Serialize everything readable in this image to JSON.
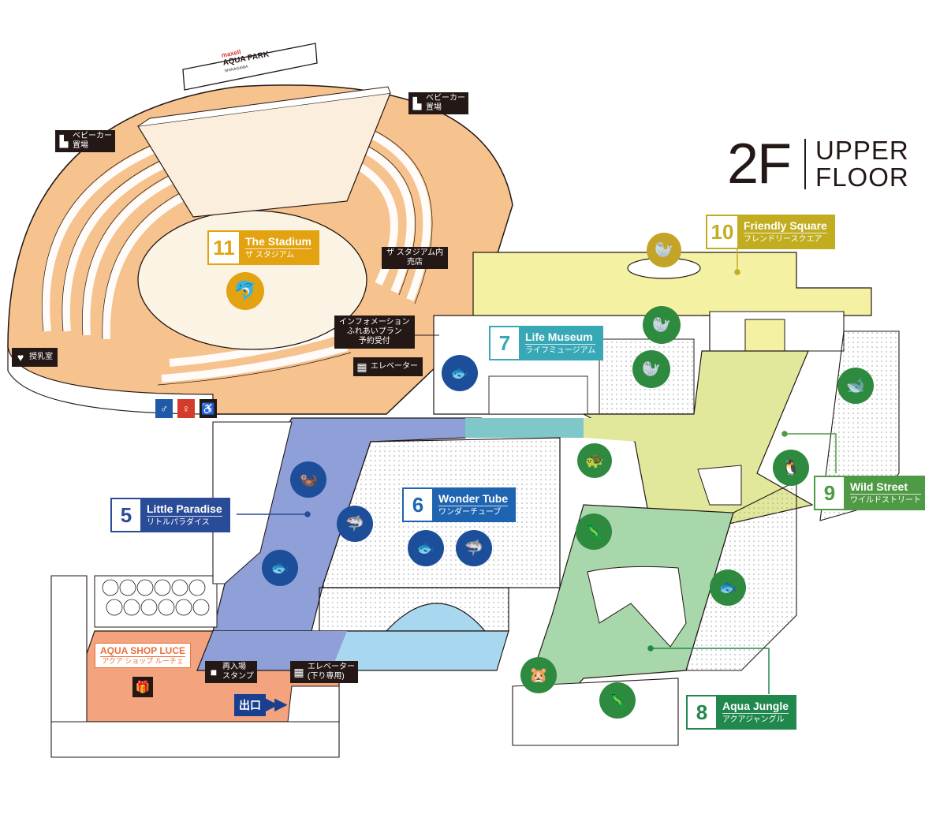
{
  "floor": {
    "number": "2F",
    "title_line1": "UPPER",
    "title_line2": "FLOOR"
  },
  "sign": {
    "brand": "maxell",
    "name": "AQUA PARK",
    "location": "SHINAGAWA"
  },
  "zones": [
    {
      "id": "11",
      "en": "The Stadium",
      "ja": "ザ スタジアム",
      "color": "#e3a20f"
    },
    {
      "id": "10",
      "en": "Friendly Square",
      "ja": "フレンドリースクエア",
      "color": "#c2ad21"
    },
    {
      "id": "7",
      "en": "Life Museum",
      "ja": "ライフミュージアム",
      "color": "#38a8b6"
    },
    {
      "id": "5",
      "en": "Little Paradise",
      "ja": "リトルパラダイス",
      "color": "#2a4b97"
    },
    {
      "id": "6",
      "en": "Wonder Tube",
      "ja": "ワンダーチューブ",
      "color": "#1e64b0"
    },
    {
      "id": "9",
      "en": "Wild Street",
      "ja": "ワイルドストリート",
      "color": "#4f9a44"
    },
    {
      "id": "8",
      "en": "Aqua Jungle",
      "ja": "アクアジャングル",
      "color": "#21884d"
    }
  ],
  "shop": {
    "en": "AQUA SHOP LUCE",
    "ja": "アクア ショップ ルーチェ",
    "color": "#e8713c"
  },
  "facilities": {
    "stroller_left": {
      "line1": "ベビーカー",
      "line2": "置場"
    },
    "stroller_right": {
      "line1": "ベビーカー",
      "line2": "置場"
    },
    "stadium_shop": {
      "line1": "ザ スタジアム内",
      "line2": "売店"
    },
    "info": {
      "line1": "インフォメーション",
      "line2": "ふれあいプラン",
      "line3": "予約受付"
    },
    "elevator": {
      "line1": "エレベーター"
    },
    "nursing": {
      "line1": "授乳室"
    },
    "reentry": {
      "line1": "再入場",
      "line2": "スタンプ"
    },
    "elevator_down": {
      "line1": "エレベーター",
      "line2": "(下り専用)"
    }
  },
  "exit": {
    "label": "出口"
  },
  "colors": {
    "stadium": "#f6c28e",
    "friendly": "#f5f1a3",
    "wild": "#e2e89b",
    "paradise": "#8f9fd8",
    "tube": "#a8d8ef",
    "life_band": "#7fc7c9",
    "jungle": "#a8d7ac",
    "shop": "#f3a37e",
    "icon_blue": "#1d4e9a",
    "icon_green": "#2e8a3e",
    "icon_gold": "#c4a428"
  },
  "animal_icons": [
    {
      "name": "dolphin-icon",
      "glyph": "🐬"
    },
    {
      "name": "sea-lion-icon",
      "glyph": "🦭"
    },
    {
      "name": "otter-icon",
      "glyph": "🦦"
    },
    {
      "name": "seal-icon",
      "glyph": "🦭"
    },
    {
      "name": "fish-icon",
      "glyph": "🐟"
    },
    {
      "name": "turtle-icon",
      "glyph": "🐢"
    },
    {
      "name": "beluga-icon",
      "glyph": "🐋"
    },
    {
      "name": "penguin-icon",
      "glyph": "🐧"
    },
    {
      "name": "ray-icon",
      "glyph": "🐟"
    },
    {
      "name": "shark-icon",
      "glyph": "🦈"
    },
    {
      "name": "capybara-icon",
      "glyph": "🐹"
    },
    {
      "name": "lizard-icon",
      "glyph": "🦎"
    },
    {
      "name": "penguin-statue-icon",
      "glyph": "🐧"
    }
  ]
}
